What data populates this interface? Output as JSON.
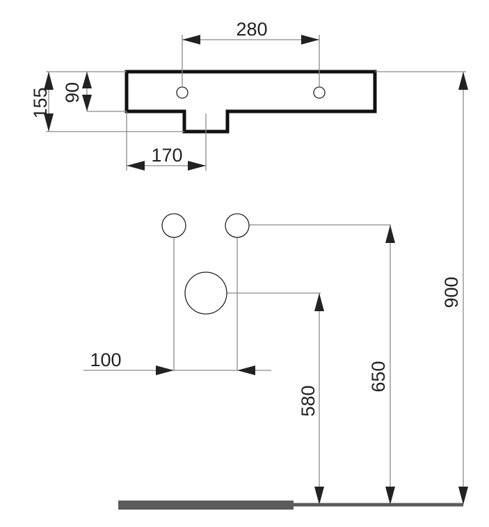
{
  "drawing": {
    "dimensions": {
      "hole_spacing": "280",
      "total_depth": "155",
      "body_depth": "90",
      "outlet_offset": "170",
      "pipe_spacing": "100",
      "waste_height": "580",
      "supply_height": "650",
      "basin_height": "900"
    },
    "colors": {
      "line": "#222222",
      "floor": "#5b5b5b",
      "dimension": "#8a8a8a"
    }
  }
}
